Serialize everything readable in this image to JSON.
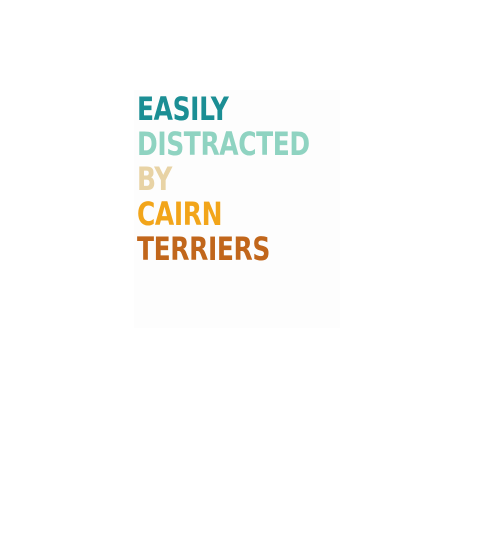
{
  "slogan": {
    "lines": [
      {
        "text": "EASILY",
        "color": "#1b8e94"
      },
      {
        "text": "DISTRACTED",
        "color": "#8fd3c1"
      },
      {
        "text": "BY",
        "color": "#e8d3a5"
      },
      {
        "text": "CAIRN",
        "color": "#f2a51a"
      },
      {
        "text": "TERRIERS",
        "color": "#c1661b"
      }
    ]
  }
}
